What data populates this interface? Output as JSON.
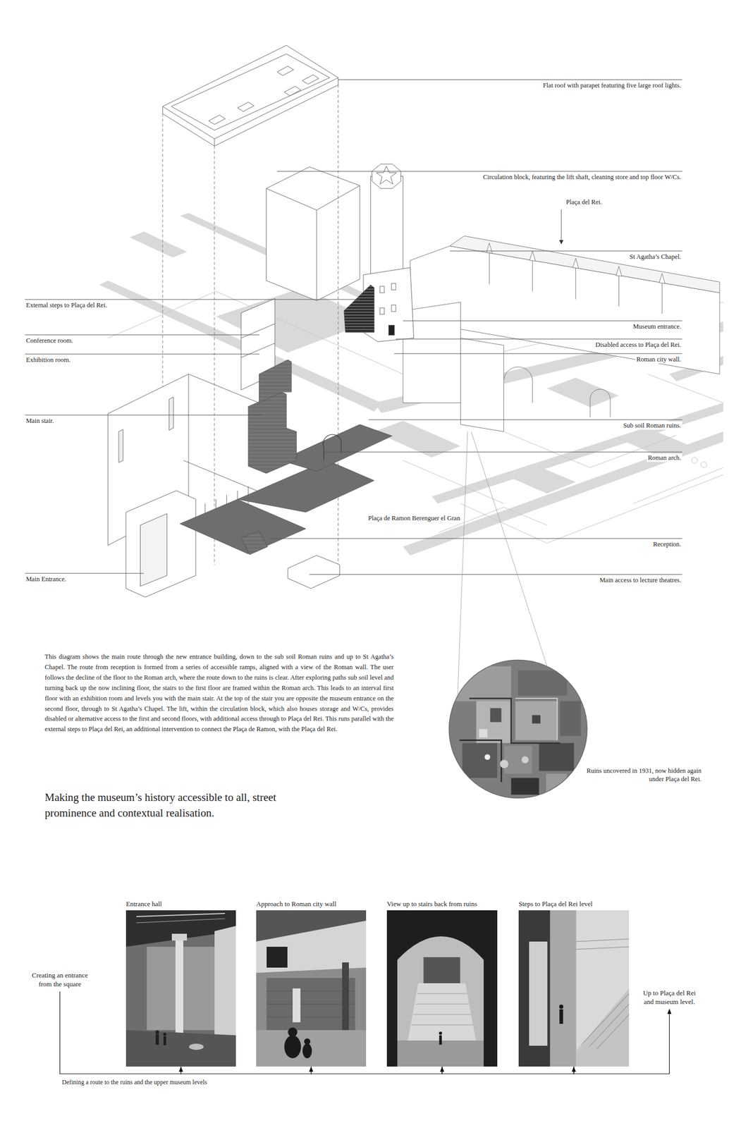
{
  "diagram": {
    "title": "Making the museum’s history accessible to all, street prominence and contextual realisation.",
    "nodes": [
      {
        "text": [
          "Ruins uncovered in 1931, now hidden again under Plaça del Rei."
        ]
      },
      {
        "text": [
          "Creating an entrance from the square"
        ]
      },
      {
        "text": [
          "Entrance hall"
        ]
      },
      {
        "text": [
          "Approach to Roman city wall"
        ]
      },
      {
        "text": [
          "View up to stairs back from ruins"
        ]
      },
      {
        "text": [
          "Steps to Plaça del Rei level"
        ]
      },
      {
        "text": [
          "Up to Plaça del Rei and museum level."
        ]
      }
    ],
    "edges": [
      {
        "from": 1,
        "to": 2,
        "arrow": "to"
      },
      {
        "from": 2,
        "to": 3,
        "arrow": "to"
      },
      {
        "from": 3,
        "to": 4,
        "arrow": "to"
      },
      {
        "from": 4,
        "to": 5,
        "arrow": "to"
      },
      {
        "from": 5,
        "to": 6,
        "arrow": "to"
      }
    ],
    "labels": [
      "Flat roof with parapet featuring five large roof lights.",
      "Circulation block, featuring the lift shaft, cleaning store and top floor W/Cs.",
      "Plaça del Rei.",
      "St Agatha’s Chapel.",
      "External steps to Plaça del Rei.",
      "Museum entrance.",
      "Disabled access to Plaça del Rei.",
      "Conference room.",
      "Roman city wall.",
      "Exhibition room.",
      "Main stair.",
      "Sub soil Roman ruins.",
      "Roman arch.",
      "Plaça de Ramon Berenguer el Gran",
      "Reception.",
      "Main Entrance.",
      "Main access to lecture theatres.",
      "This diagram shows the main route through the new entrance building, down to the sub soil Roman ruins and up to St Agatha’s Chapel. The route from reception is formed from a series of accessible ramps, aligned with a view of the Roman wall. The user follows the decline of the floor to the Roman arch, where the route down to the ruins is clear. After exploring paths sub soil level and turning back up the now inclining floor, the stairs to the first floor are framed within the Roman arch. This leads to an interval first floor with an exhibition room and levels you with the main stair. At the top of the stair you are opposite the museum entrance on the second floor, through to St Agatha’s Chapel. The lift, within the circulation block, which also houses storage and W/Cs, provides disabled or alternative access to the first and second floors, with additional access through to Plaça del Rei. This runs parallel with the external steps to Plaça del Rei, an additional intervention to connect the Plaça de Ramon, with the Plaça del Rei.",
      "Defining a route to the ruins and the upper museum levels"
    ]
  }
}
